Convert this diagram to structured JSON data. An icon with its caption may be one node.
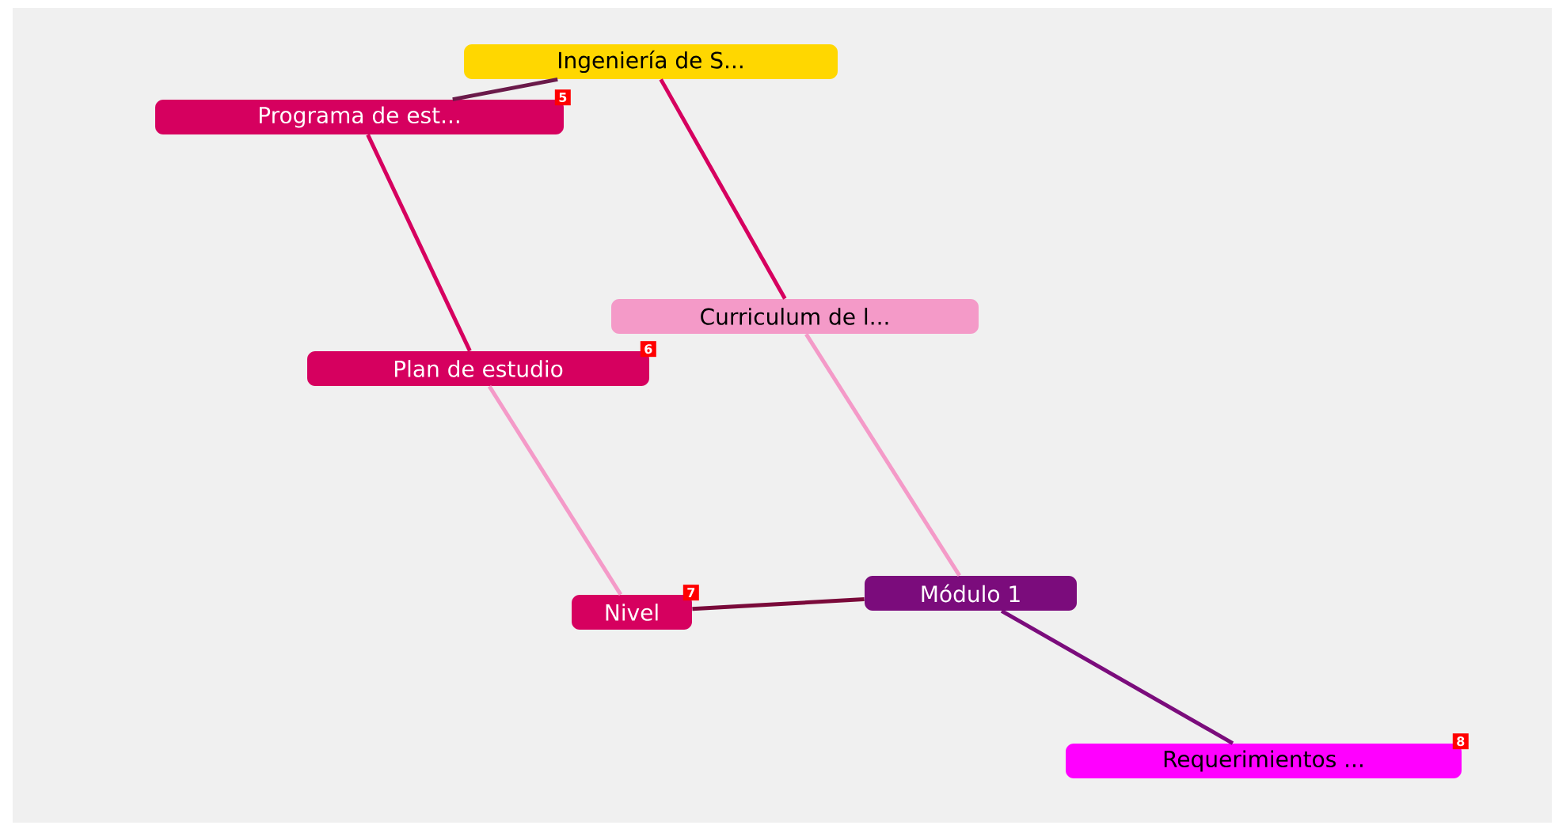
{
  "diagram": {
    "nodes": [
      {
        "text": [
          "Ingeniería de S..."
        ]
      },
      {
        "text": [
          "Programa de est..."
        ],
        "beside": [
          "5"
        ]
      },
      {
        "text": [
          "Curriculum de l..."
        ]
      },
      {
        "text": [
          "Plan de estudio"
        ],
        "beside": [
          "6"
        ]
      },
      {
        "text": [
          "Nivel"
        ],
        "beside": [
          "7"
        ]
      },
      {
        "text": [
          "Módulo 1"
        ]
      },
      {
        "text": [
          "Requerimientos ..."
        ],
        "beside": [
          "8"
        ]
      }
    ],
    "edges": [
      {
        "from": 0,
        "to": 1,
        "arrow": "none",
        "color": "#6a1a4a"
      },
      {
        "from": 0,
        "to": 2,
        "arrow": "none",
        "color": "#d6005f"
      },
      {
        "from": 1,
        "to": 3,
        "arrow": "none",
        "color": "#d6005f"
      },
      {
        "from": 3,
        "to": 4,
        "arrow": "none",
        "color": "#f49ac8"
      },
      {
        "from": 2,
        "to": 5,
        "arrow": "none",
        "color": "#f49ac8"
      },
      {
        "from": 4,
        "to": 5,
        "arrow": "none",
        "color": "#7a0a3a"
      },
      {
        "from": 5,
        "to": 6,
        "arrow": "none",
        "color": "#7b0c7c"
      }
    ]
  }
}
